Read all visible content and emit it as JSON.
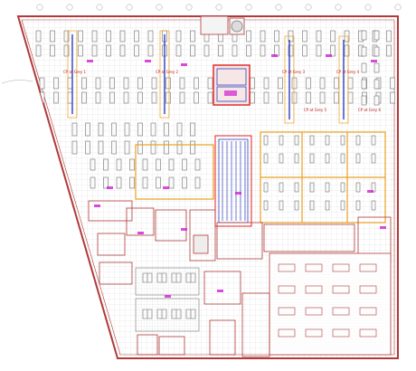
{
  "plan": {
    "room_tags": [
      "CP at Grey 1",
      "CP at Grey 2",
      "CP at Grey 3",
      "CP at Grey 4",
      "CP at Grey 5",
      "CP at Grey 6"
    ],
    "colors": {
      "wall": "#b03a3a",
      "grid": "#c8c8c8",
      "desk": "#555555",
      "blue_zone": "#3040c0",
      "orange_zone": "#e8a020",
      "magenta_tag": "#d020d0",
      "highlight": "#e02020"
    }
  }
}
